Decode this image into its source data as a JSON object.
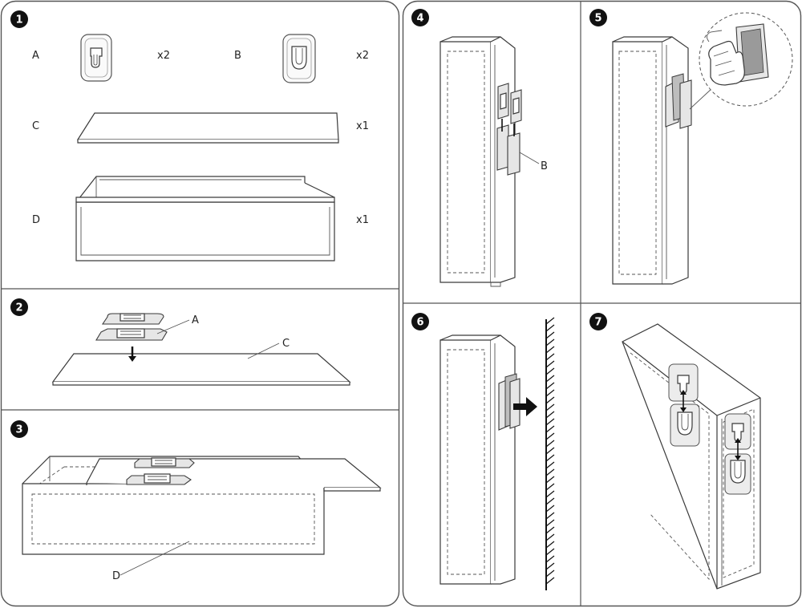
{
  "steps": {
    "s1": "1",
    "s2": "2",
    "s3": "3",
    "s4": "4",
    "s5": "5",
    "s6": "6",
    "s7": "7"
  },
  "parts": {
    "a_label": "A",
    "a_qty": "x2",
    "b_label": "B",
    "b_qty": "x2",
    "c_label": "C",
    "c_qty": "x1",
    "d_label": "D",
    "d_qty": "x1"
  },
  "callouts": {
    "step2_a": "A",
    "step2_c": "C",
    "step3_d": "D",
    "step4_b": "B"
  },
  "colors": {
    "border": "#555555",
    "badge": "#111111",
    "line": "#3a3a3a",
    "tape": "#e6e6e6",
    "arrow": "#111111"
  }
}
